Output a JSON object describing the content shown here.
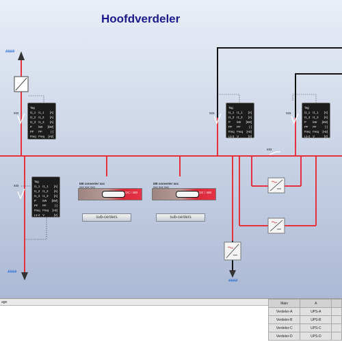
{
  "title": "Hoofdverdeler",
  "hash_top": "####",
  "hash_bottom_left": "####",
  "hash_bottom_mid": "####",
  "switch_labels": [
    "xxx",
    "xxx",
    "xxx",
    "xxx",
    "xxx"
  ],
  "panel_rows": [
    [
      "Tag",
      "",
      ""
    ],
    [
      "I1_1",
      "I1_1",
      "[A]"
    ],
    [
      "I1_2",
      "I1_2",
      "[A]"
    ],
    [
      "I1_3",
      "I1_3",
      "[A]"
    ],
    [
      "P",
      "kW",
      "[kW]"
    ],
    [
      "PF",
      "PF",
      "[-]"
    ],
    [
      "Freq",
      "Freq",
      "[Hz]"
    ],
    [
      "L1-2",
      "V",
      "[V]"
    ]
  ],
  "converters": [
    {
      "label": "DB converter xxx",
      "sub": "xxx xxx xxx",
      "value": "DC / 400",
      "button": "sub-centers"
    },
    {
      "label": "DB converter xxx",
      "sub": "xxx xxx xxx",
      "value": "DC / 400",
      "button": "sub-centers"
    }
  ],
  "bottom": {
    "left_header": "age",
    "table_header": [
      "Main",
      "A"
    ],
    "table_rows": [
      [
        "Verdeler-A",
        "UPS-A"
      ],
      [
        "Verdeler-B",
        "UPS-B"
      ],
      [
        "Verdeler-C",
        "UPS-C"
      ],
      [
        "Verdeler-D",
        "UPS-D"
      ]
    ]
  },
  "colors": {
    "bus": "#e8303c",
    "feeder": "#111111",
    "title": "#1a1a8c",
    "hash": "#2a6fd6"
  }
}
